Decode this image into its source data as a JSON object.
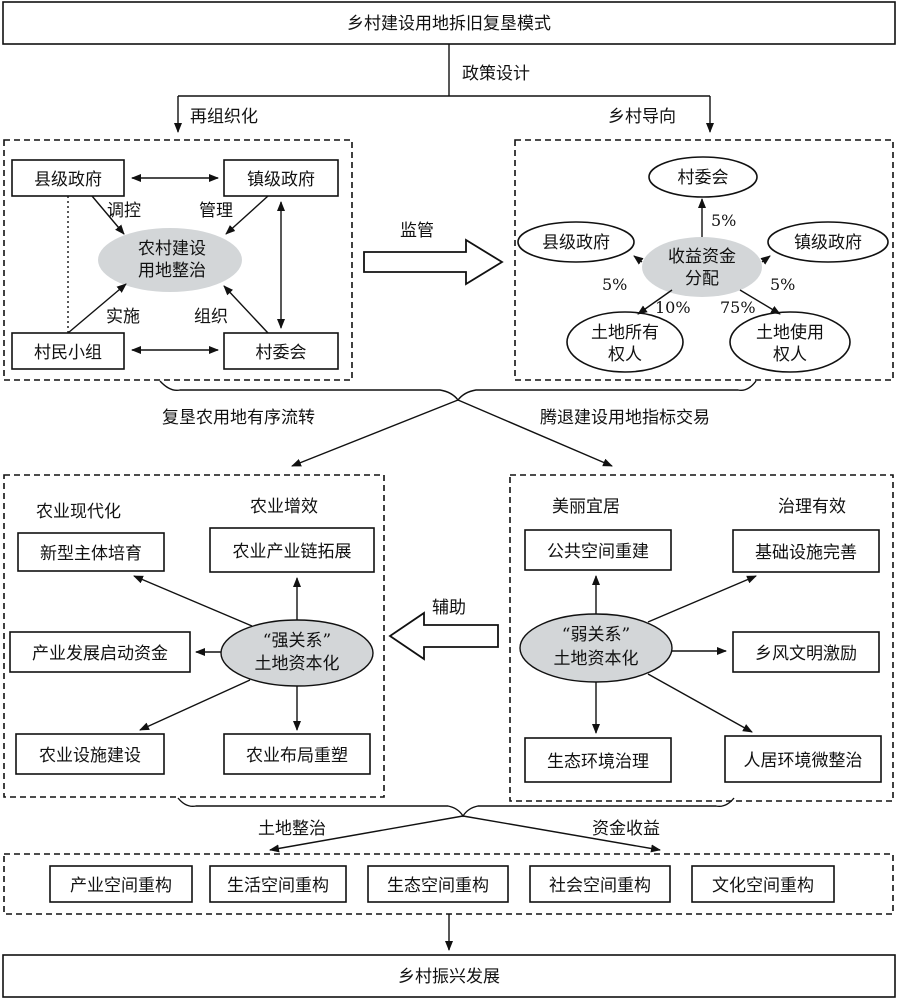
{
  "title": "乡村建设用地拆旧复垦模式",
  "policy_design": "政策设计",
  "reorganize": "再组织化",
  "rural_orientation": "乡村导向",
  "left_panel": {
    "county": "县级政府",
    "town": "镇级政府",
    "village_group": "村民小组",
    "village_committee": "村委会",
    "center_line1": "农村建设",
    "center_line2": "用地整治",
    "regulate": "调控",
    "manage": "管理",
    "implement": "实施",
    "organize": "组织"
  },
  "supervise": "监管",
  "right_panel": {
    "village_committee": "村委会",
    "county": "县级政府",
    "town": "镇级政府",
    "center_line1": "收益资金",
    "center_line2": "分配",
    "owner_line1": "土地所有",
    "owner_line2": "权人",
    "user_line1": "土地使用",
    "user_line2": "权人",
    "pct_committee": "5%",
    "pct_county": "5%",
    "pct_town": "5%",
    "pct_owner": "10%",
    "pct_user": "75%"
  },
  "flow_left": "复垦农用地有序流转",
  "flow_right": "腾退建设用地指标交易",
  "strong_panel": {
    "modernization": "农业现代化",
    "efficiency": "农业增效",
    "new_subject": "新型主体培育",
    "industry_chain": "农业产业链拓展",
    "startup_fund": "产业发展启动资金",
    "facilities": "农业设施建设",
    "layout": "农业布局重塑",
    "center_line1": "“强关系”",
    "center_line2": "土地资本化"
  },
  "assist": "辅助",
  "weak_panel": {
    "beautiful": "美丽宜居",
    "governance": "治理有效",
    "public_space": "公共空间重建",
    "infrastructure": "基础设施完善",
    "civility": "乡风文明激励",
    "ecology": "生态环境治理",
    "living_env": "人居环境微整治",
    "center_line1": "“弱关系”",
    "center_line2": "土地资本化"
  },
  "land_consolidation": "土地整治",
  "capital_income": "资金收益",
  "restructure": [
    "产业空间重构",
    "生活空间重构",
    "生态空间重构",
    "社会空间重构",
    "文化空间重构"
  ],
  "bottom": "乡村振兴发展"
}
